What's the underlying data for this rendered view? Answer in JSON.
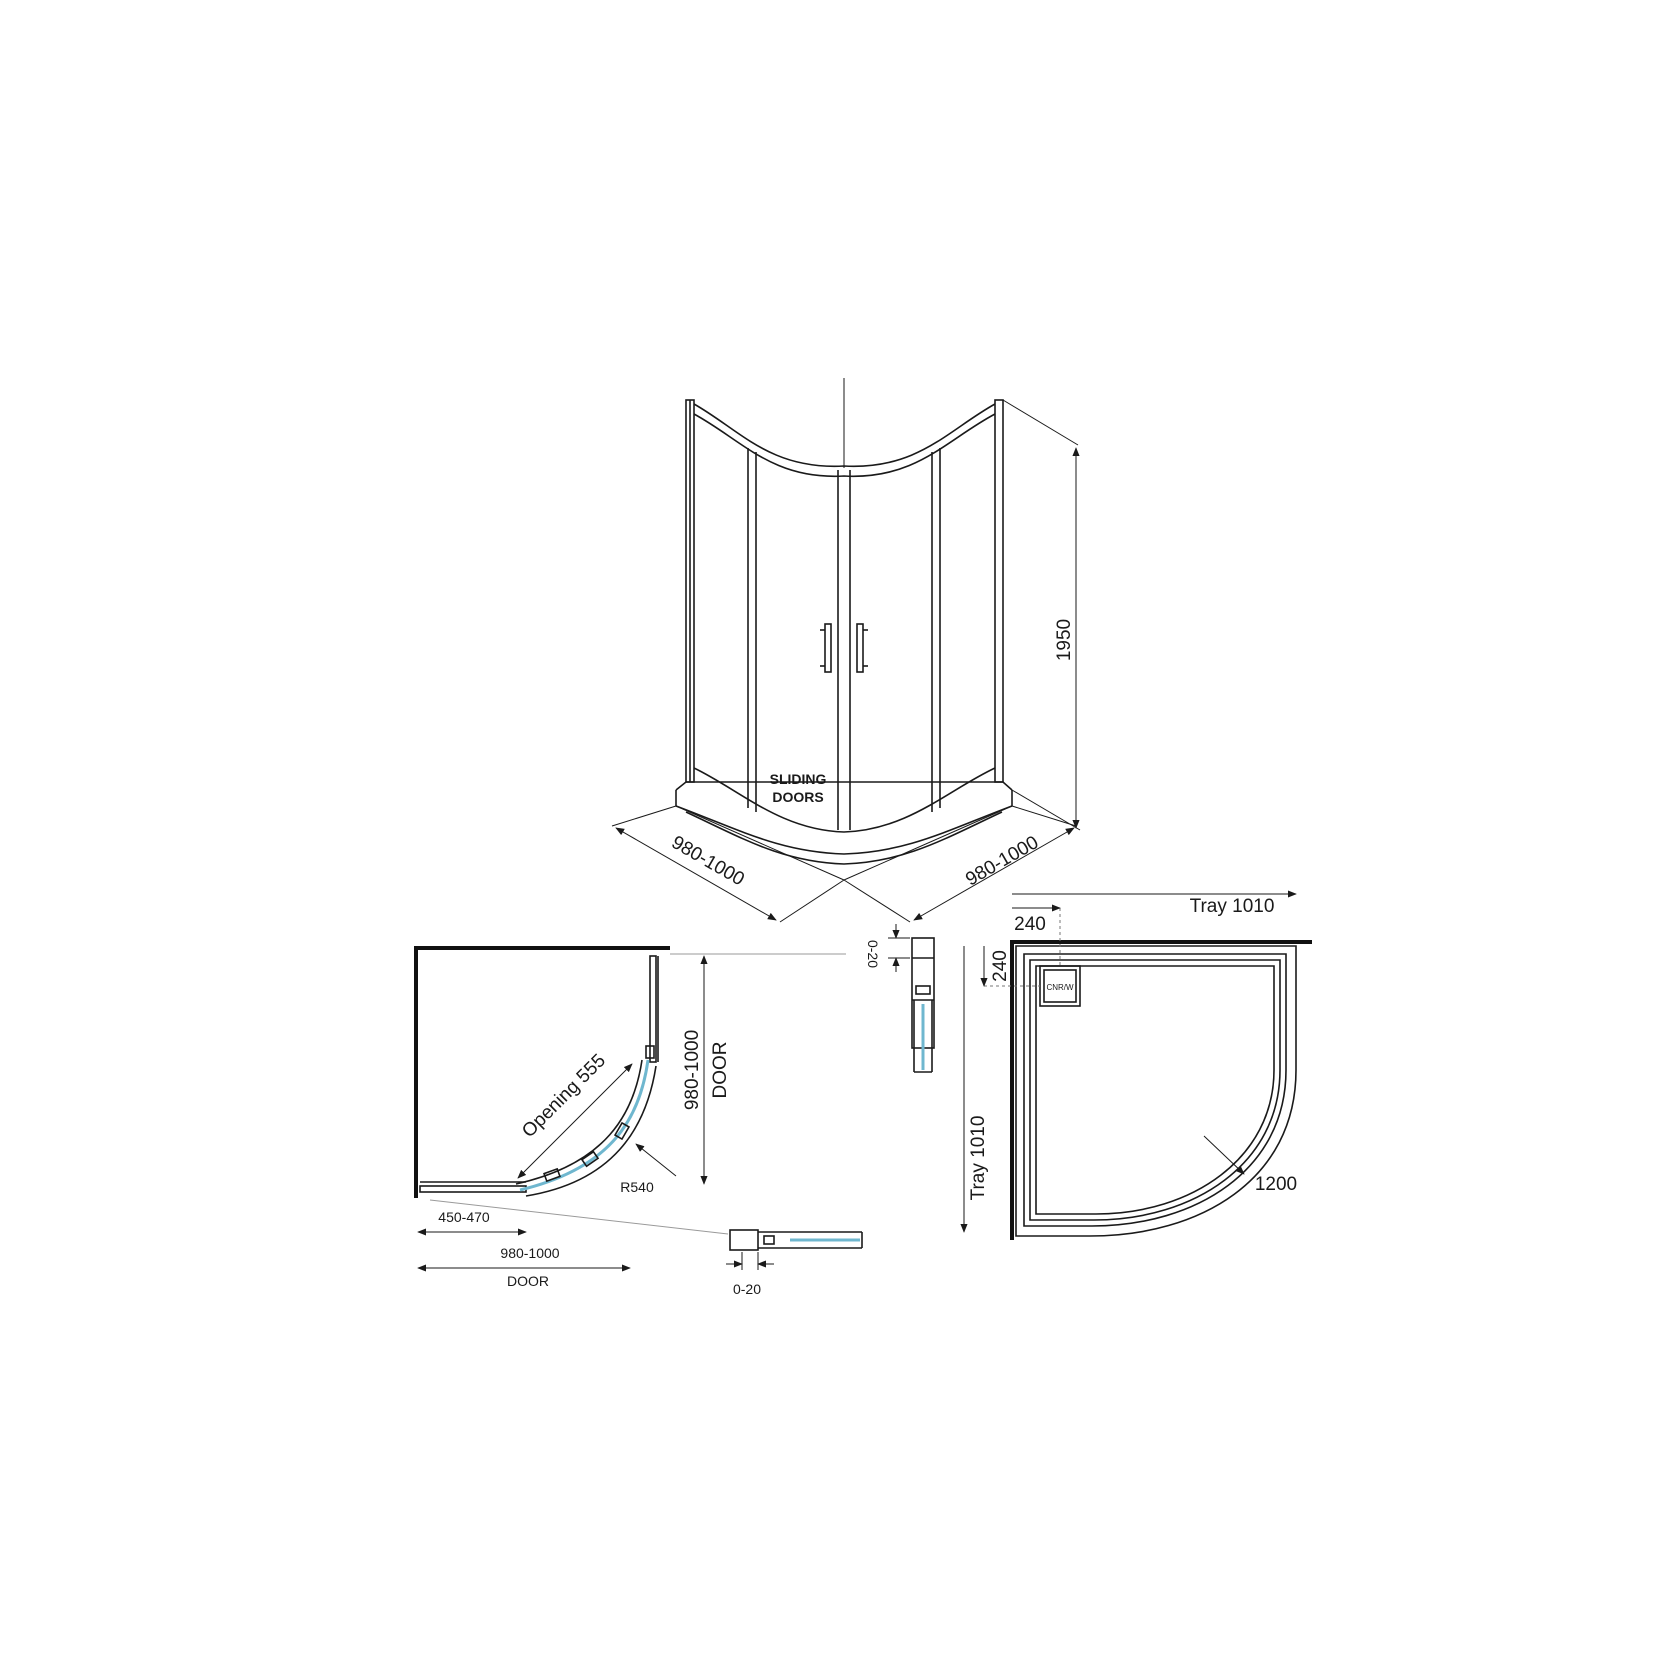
{
  "enclosure": {
    "door_label_line1": "SLIDING",
    "door_label_line2": "DOORS",
    "height": "1950",
    "width_left": "980-1000",
    "width_right": "980-1000"
  },
  "plan_view": {
    "opening": "Opening 555",
    "radius": "R540",
    "side_dim": "980-1000",
    "side_door": "DOOR",
    "bottom_partial": "450-470",
    "bottom_dim": "980-1000",
    "bottom_door": "DOOR"
  },
  "details": {
    "top_adjust": "0-20",
    "bottom_adjust": "0-20"
  },
  "tray": {
    "width": "Tray 1010",
    "depth": "Tray 1010",
    "waste_x": "240",
    "waste_y": "240",
    "waste_label": "CNR/W",
    "radius": "1200"
  },
  "colors": {
    "line": "#1a1a1a",
    "glass": "#6fb7cf"
  }
}
